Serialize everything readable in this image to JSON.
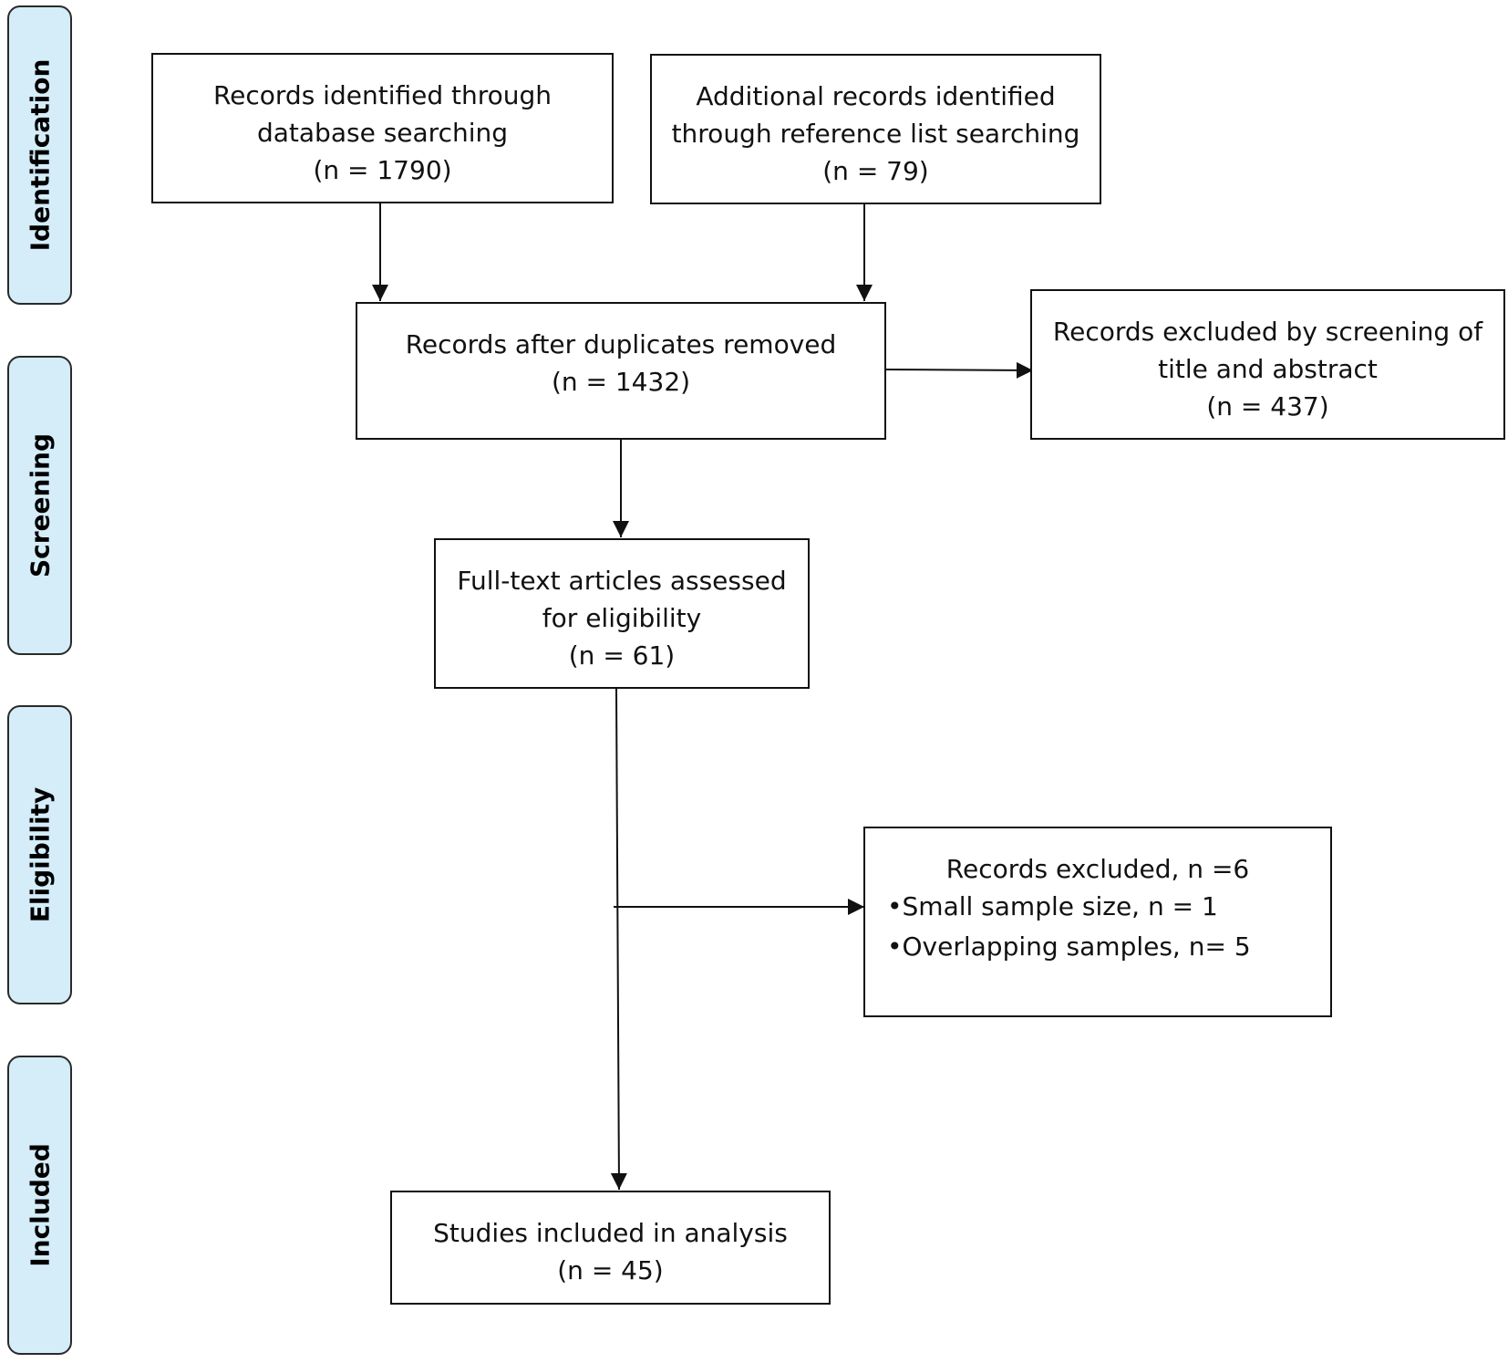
{
  "stages": {
    "identification": "Identification",
    "screening": "Screening",
    "eligibility": "Eligibility",
    "included": "Included"
  },
  "boxes": {
    "database": {
      "lines": [
        "Records identified through",
        "database searching",
        "(n = 1790)"
      ]
    },
    "reference": {
      "lines": [
        "Additional records identified",
        "through reference list searching",
        "(n = 79)"
      ]
    },
    "duplicates": {
      "lines": [
        "Records after duplicates removed",
        "(n = 1432)"
      ]
    },
    "excluded_title": {
      "lines": [
        "Records excluded by screening of",
        "title and abstract",
        "(n = 437)"
      ]
    },
    "fulltext": {
      "lines": [
        "Full-text articles assessed",
        "for eligibility",
        "(n = 61)"
      ]
    },
    "excluded_records": {
      "title": "Records excluded, n =6",
      "bullets": [
        "•Small sample size, n = 1",
        "•Overlapping samples, n= 5"
      ]
    },
    "included": {
      "lines": [
        "Studies included in analysis",
        "(n = 45)"
      ]
    }
  },
  "colors": {
    "stage_fill": "#d4edf9",
    "stroke": "#111111"
  }
}
